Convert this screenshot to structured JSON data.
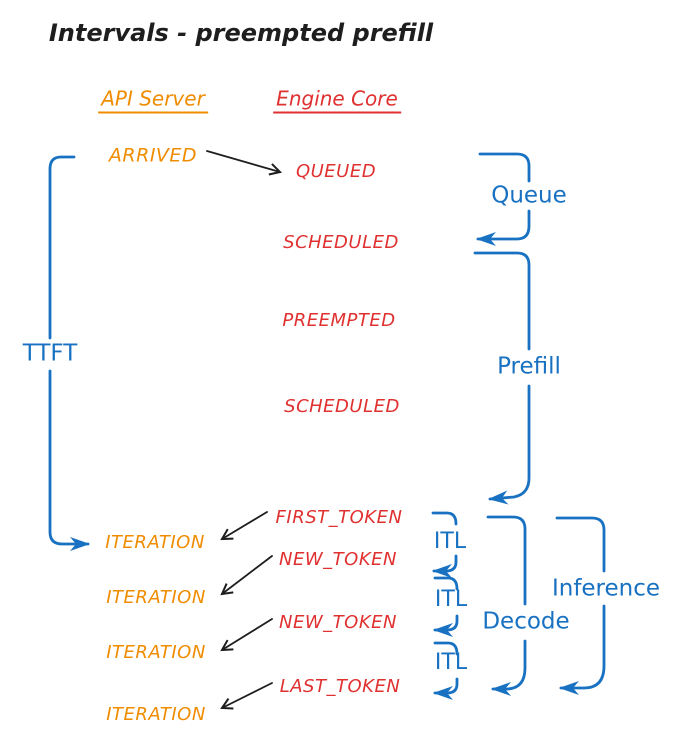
{
  "title": "Intervals - preempted prefill",
  "columns": {
    "api_server": {
      "label": "API Server"
    },
    "engine_core": {
      "label": "Engine Core"
    }
  },
  "api_events": [
    {
      "id": "arrived",
      "label": "ARRIVED"
    },
    {
      "id": "iteration-1",
      "label": "ITERATION"
    },
    {
      "id": "iteration-2",
      "label": "ITERATION"
    },
    {
      "id": "iteration-3",
      "label": "ITERATION"
    },
    {
      "id": "iteration-4",
      "label": "ITERATION"
    }
  ],
  "engine_events": [
    {
      "id": "queued",
      "label": "QUEUED"
    },
    {
      "id": "scheduled-1",
      "label": "SCHEDULED"
    },
    {
      "id": "preempted",
      "label": "PREEMPTED"
    },
    {
      "id": "scheduled-2",
      "label": "SCHEDULED"
    },
    {
      "id": "first-token",
      "label": "FIRST_TOKEN"
    },
    {
      "id": "new-token-1",
      "label": "NEW_TOKEN"
    },
    {
      "id": "new-token-2",
      "label": "NEW_TOKEN"
    },
    {
      "id": "last-token",
      "label": "LAST_TOKEN"
    }
  ],
  "intervals": {
    "ttft": {
      "label": "TTFT"
    },
    "queue": {
      "label": "Queue"
    },
    "prefill": {
      "label": "Prefill"
    },
    "itl_1": {
      "label": "ITL"
    },
    "itl_2": {
      "label": "ITL"
    },
    "itl_3": {
      "label": "ITL"
    },
    "decode": {
      "label": "Decode"
    },
    "inference": {
      "label": "Inference"
    }
  },
  "edges": [
    {
      "from": "ARRIVED",
      "to": "QUEUED"
    },
    {
      "from": "FIRST_TOKEN",
      "to": "ITERATION"
    },
    {
      "from": "NEW_TOKEN",
      "to": "ITERATION"
    },
    {
      "from": "NEW_TOKEN",
      "to": "ITERATION"
    },
    {
      "from": "LAST_TOKEN",
      "to": "ITERATION"
    }
  ],
  "colors": {
    "api_server": "#f08c00",
    "engine_core": "#e03131",
    "interval": "#1971c2",
    "text": "#1e1e1e",
    "background": "#ffffff"
  }
}
